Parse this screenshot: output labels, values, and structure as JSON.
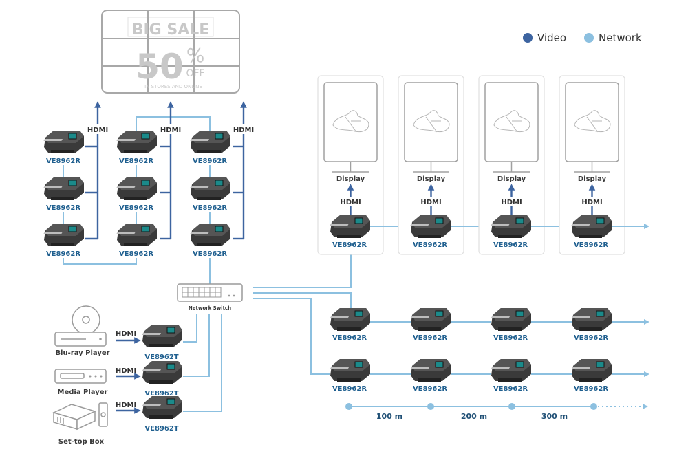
{
  "legend": {
    "items": [
      {
        "label": "Video",
        "color": "#3d64a0"
      },
      {
        "label": "Network",
        "color": "#8cc0e0"
      }
    ]
  },
  "video_wall": {
    "headline": "BIG SALE",
    "big": "50",
    "percent": "%",
    "off": "OFF",
    "sub": "IN STORES AND ONLINE"
  },
  "wall_receivers": {
    "label": "VE8962R",
    "hdmi_label": "HDMI"
  },
  "network_switch": {
    "label": "Network Switch"
  },
  "sources": [
    {
      "name": "Blu-ray Player",
      "link": "HDMI",
      "transmitter": "VE8962T"
    },
    {
      "name": "Media Player",
      "link": "HDMI",
      "transmitter": "VE8962T"
    },
    {
      "name": "Set-top Box",
      "link": "HDMI",
      "transmitter": "VE8962T"
    }
  ],
  "displays": {
    "label": "Display",
    "link": "HDMI",
    "receiver": "VE8962R"
  },
  "receiver_rows": {
    "label": "VE8962R"
  },
  "distances": [
    "100 m",
    "200 m",
    "300 m"
  ],
  "colors": {
    "video": "#3d64a0",
    "network": "#8cc0e0",
    "label": "#1f5f8f"
  }
}
